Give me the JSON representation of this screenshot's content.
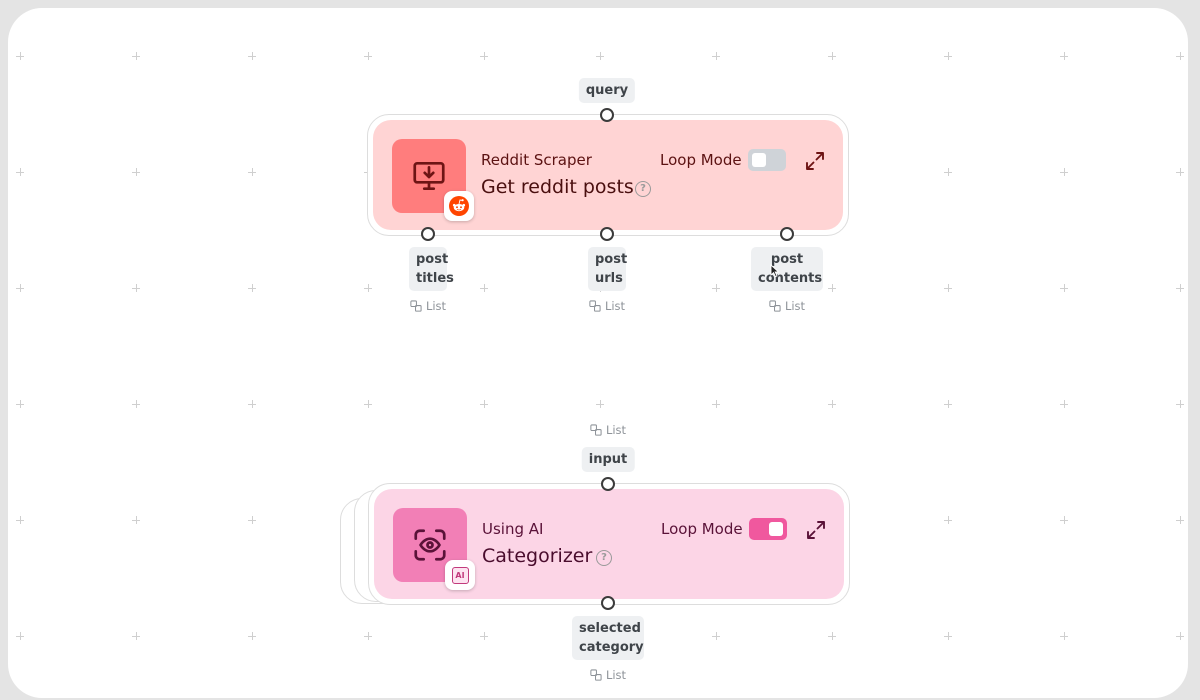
{
  "reddit_node": {
    "input_label": "query",
    "category": "Reddit Scraper",
    "title": "Get reddit posts",
    "help": "?",
    "loop_label": "Loop Mode",
    "loop_enabled": false,
    "icon": "download-monitor-icon",
    "badge_icon": "reddit-icon",
    "outputs": [
      {
        "label": "post titles",
        "type": "List"
      },
      {
        "label": "post urls",
        "type": "List"
      },
      {
        "label": "post contents",
        "type": "List"
      }
    ]
  },
  "categorizer_node": {
    "incoming_type": "List",
    "input_label": "input",
    "category": "Using AI",
    "title": "Categorizer",
    "help": "?",
    "loop_label": "Loop Mode",
    "loop_enabled": true,
    "icon": "eye-scan-icon",
    "badge_icon": "ai-icon",
    "badge_text": "AI",
    "outputs": [
      {
        "label": "selected category",
        "type": "List"
      }
    ]
  },
  "colors": {
    "reddit_node_bg": "#ffd4d4",
    "reddit_tile": "#ff7d7d",
    "reddit_text": "#5c1212",
    "categorizer_node_bg": "#fcd5e6",
    "categorizer_tile": "#f27fb6",
    "categorizer_text": "#5a1238",
    "toggle_on": "#f0589e",
    "toggle_off": "#cfd3d8"
  }
}
